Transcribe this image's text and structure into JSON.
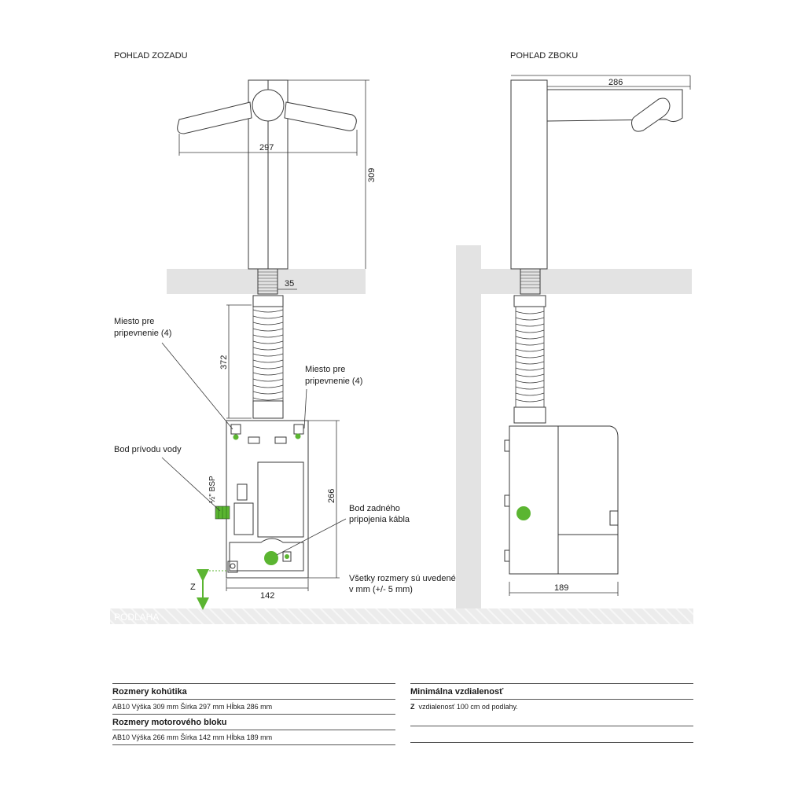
{
  "views": {
    "rear": "POHĽAD ZOZADU",
    "side": "POHĽAD ZBOKU"
  },
  "dimensions": {
    "rear_width": "297",
    "rear_height": "309",
    "pipe_diam": "35",
    "hose_length": "372",
    "block_height": "266",
    "block_width": "142",
    "side_depth": "286",
    "block_depth": "189"
  },
  "labels": {
    "mount_left": [
      "Miesto pre",
      "pripevnenie (4)"
    ],
    "mount_right": [
      "Miesto pre",
      "pripevnenie (4)"
    ],
    "water_inlet": "Bod prívodu vody",
    "bsp": "½\" BSP",
    "cable_point": [
      "Bod zadného",
      "pripojenia kábla"
    ],
    "note": [
      "Všetky rozmery sú uvedené",
      "v mm (+/- 5 mm)"
    ],
    "z": "Z",
    "floor": "PODLAHA"
  },
  "tables": {
    "faucet_title": "Rozmery kohútika",
    "faucet_row": "AB10 Výška 309 mm  Šírka 297 mm  Hĺbka 286 mm",
    "motor_title": "Rozmery motorového bloku",
    "motor_row": "AB10 Výška 266 mm  Šírka 142 mm  Hĺbka 189 mm",
    "min_title": "Minimálna vzdialenosť",
    "min_row_key": "Z",
    "min_row_value": "vzdialenosť 100 cm od podlahy."
  },
  "colors": {
    "accent_green": "#5bb531",
    "wall_grey": "#e3e3e3",
    "line": "#3a3a3a"
  }
}
